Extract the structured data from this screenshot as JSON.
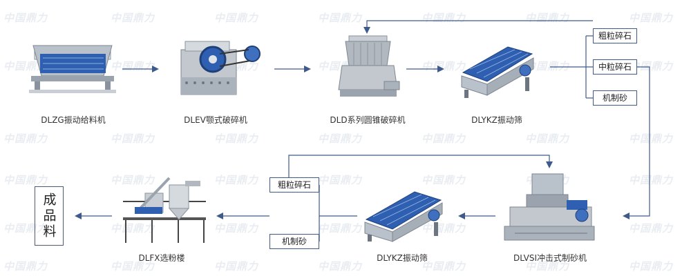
{
  "watermark": "中国鼎力",
  "colors": {
    "accent": "#2f5fb0",
    "line": "#3d5a8a",
    "steel": "#a9b1bb",
    "steel_dark": "#6d7680"
  },
  "machines": {
    "feeder": "DLZG振动给料机",
    "jaw": "DLEV颚式破碎机",
    "cone": "DLD系列圆锥破碎机",
    "screen1": "DLYKZ振动筛",
    "vsi": "DLVSI冲击式制砂机",
    "screen2": "DLYKZ振动筛",
    "tower": "DLFX选粉楼"
  },
  "outputs_top": {
    "coarse": "粗粒碎石",
    "medium": "中粒碎石",
    "sand": "机制砂"
  },
  "outputs_bottom": {
    "coarse": "粗粒碎石",
    "sand": "机制砂"
  },
  "product": "成品料"
}
